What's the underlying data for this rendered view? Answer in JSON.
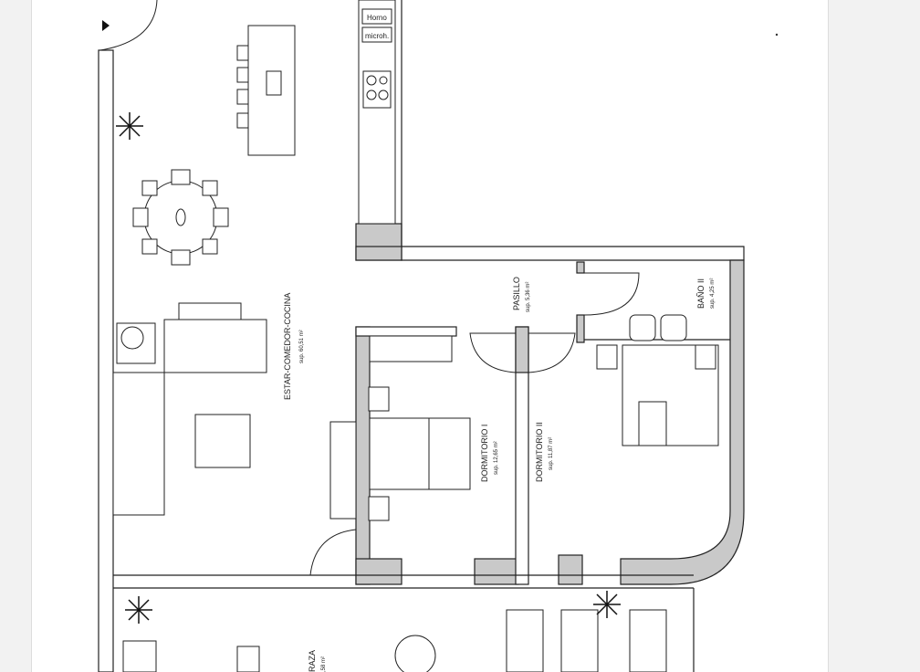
{
  "rooms": {
    "living": {
      "name": "ESTAR-COMEDOR-COCINA",
      "area": "sup. 60,51 m²"
    },
    "hall": {
      "name": "PASILLO",
      "area": "sup. 5,36 m²"
    },
    "bath2": {
      "name": "BAÑO II",
      "area": "sup. 4,25 m²"
    },
    "bed1": {
      "name": "DORMITORIO I",
      "area": "sup. 12,65 m²"
    },
    "bed2": {
      "name": "DORMITORIO II",
      "area": "sup. 11,87 m²"
    },
    "terrace": {
      "name": "RAZA",
      "area": ",58 m²"
    }
  },
  "kitchen": {
    "oven": "Horno",
    "microwave": "microh."
  },
  "colors": {
    "wall": "#c9c9c9",
    "line": "#222222",
    "page": "#ffffff",
    "background": "#f2f2f2"
  }
}
